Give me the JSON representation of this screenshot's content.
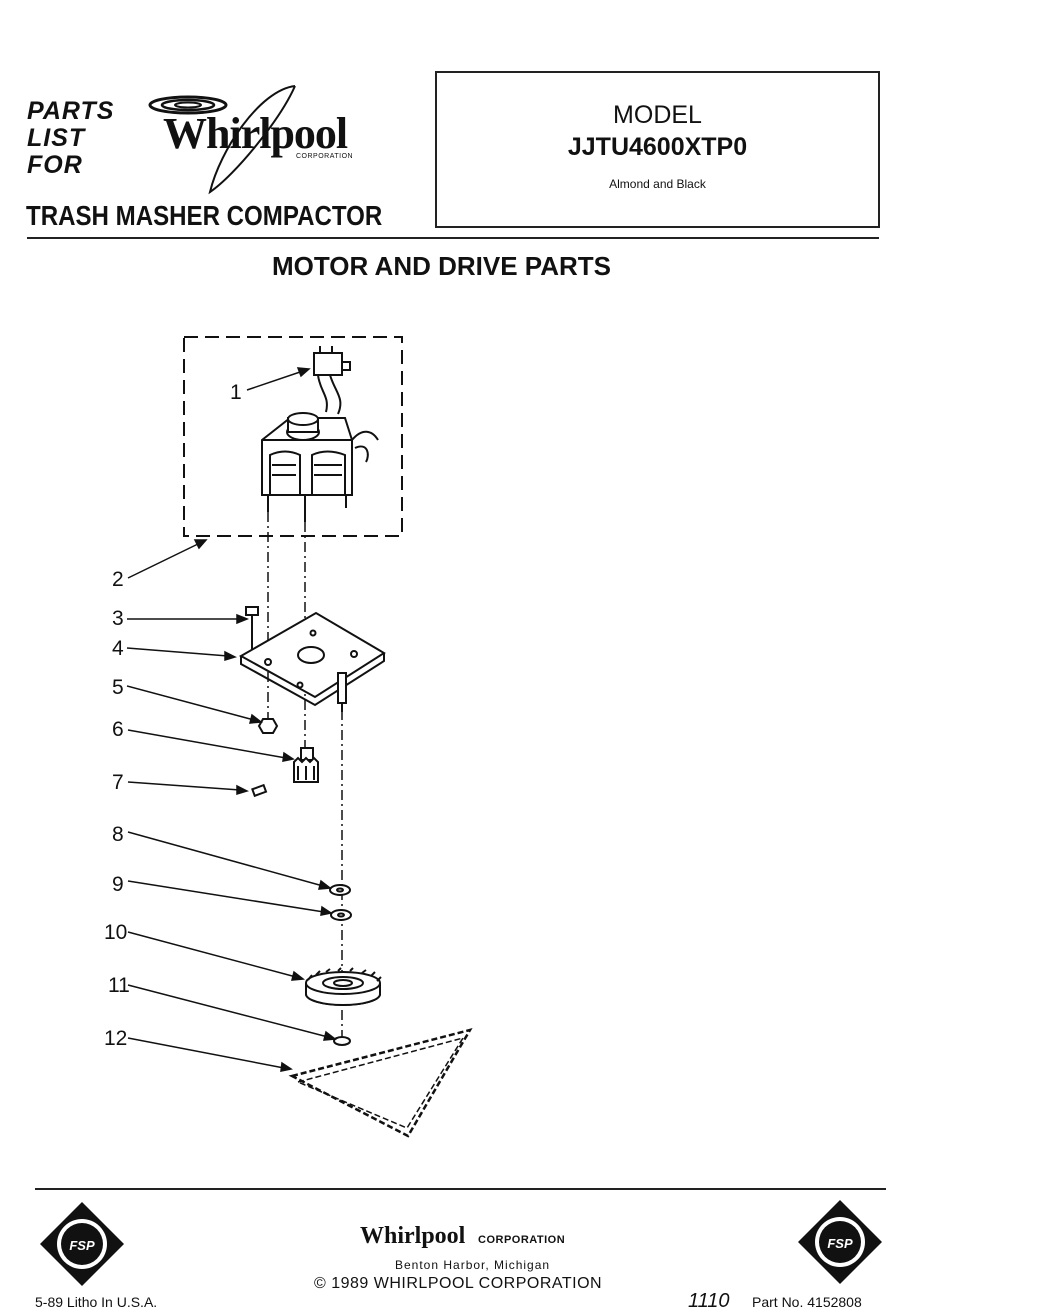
{
  "header": {
    "parts_lines": [
      "PARTS",
      "LIST",
      "FOR"
    ],
    "brand": "Whirlpool",
    "brand_corporation": "CORPORATION",
    "product": "TRASH MASHER COMPACTOR"
  },
  "model": {
    "label": "MODEL",
    "number": "JJTU4600XTP0",
    "color": "Almond and Black"
  },
  "section_title": "MOTOR AND DRIVE PARTS",
  "diagram": {
    "callouts": [
      "1",
      "2",
      "3",
      "4",
      "5",
      "6",
      "7",
      "8",
      "9",
      "10",
      "11",
      "12"
    ]
  },
  "footer": {
    "logo_text": "FSP",
    "brand": "Whirlpool",
    "corporation": "CORPORATION",
    "address": "Benton Harbor, Michigan",
    "copyright": "© 1989 WHIRLPOOL CORPORATION",
    "litho": "5-89 Litho In U.S.A.",
    "handwritten": "1110",
    "part_no": "Part No. 4152808"
  },
  "colors": {
    "ink": "#111111",
    "background": "#ffffff"
  }
}
